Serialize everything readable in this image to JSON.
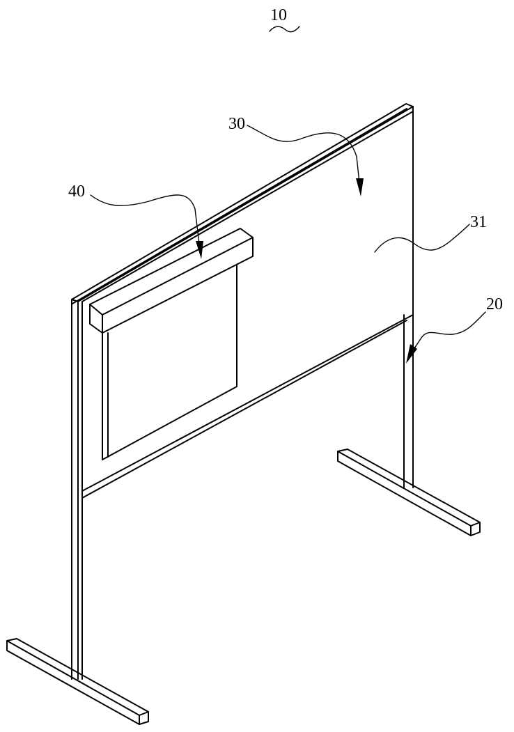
{
  "figure": {
    "assembly_label": "10",
    "labels": {
      "board": "30",
      "screen": "40",
      "panel": "31",
      "stand": "20"
    }
  }
}
